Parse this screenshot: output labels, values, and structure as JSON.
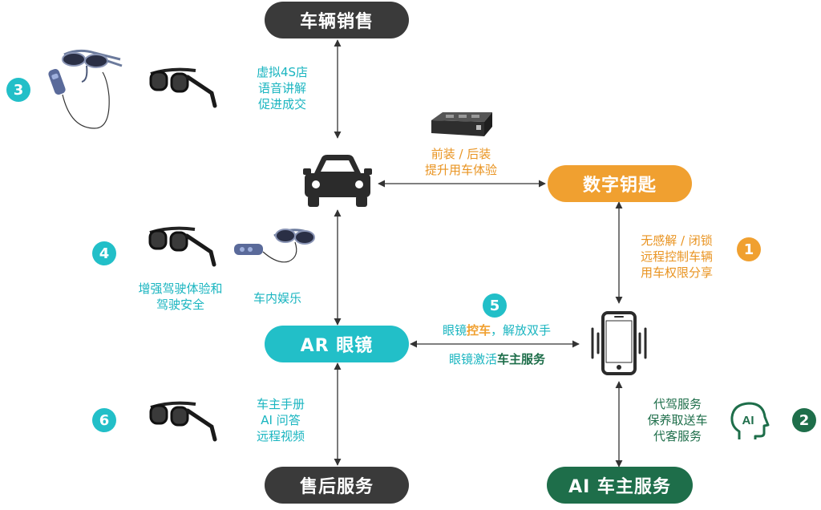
{
  "nodes": {
    "sales": "车辆销售",
    "digital_key": "数字钥匙",
    "ar_glasses": "AR 眼镜",
    "after_sales": "售后服务",
    "ai_service": "AI 车主服务"
  },
  "labels": {
    "sales_lines": [
      "虚拟4S店",
      "语音讲解",
      "促进成交"
    ],
    "install_lines": [
      "前装 / 后装",
      "提升用车体验"
    ],
    "key_lines": [
      "无感解 / 闭锁",
      "远程控制车辆",
      "用车权限分享"
    ],
    "drive_lines": [
      "增强驾驶体验和",
      "驾驶安全"
    ],
    "entertain": "车内娱乐",
    "control_prefix": "眼镜",
    "control_highlight": "控车",
    "control_suffix": "，解放双手",
    "activate_prefix": "眼镜激活",
    "activate_highlight": "车主服务",
    "manual_lines": [
      "车主手册",
      "AI 问答",
      "远程视频"
    ],
    "ai_lines": [
      "代驾服务",
      "保养取送车",
      "代客服务"
    ]
  },
  "badges": [
    "1",
    "2",
    "3",
    "4",
    "5",
    "6"
  ],
  "icons": {
    "car": "car-icon",
    "phone": "phone-icon",
    "ai_head": "ai-head-icon",
    "ai_text": "AI"
  },
  "colors": {
    "dark": "#3a3a3a",
    "orange": "#f0a030",
    "teal": "#22bfc8",
    "green": "#1e6e4a"
  }
}
